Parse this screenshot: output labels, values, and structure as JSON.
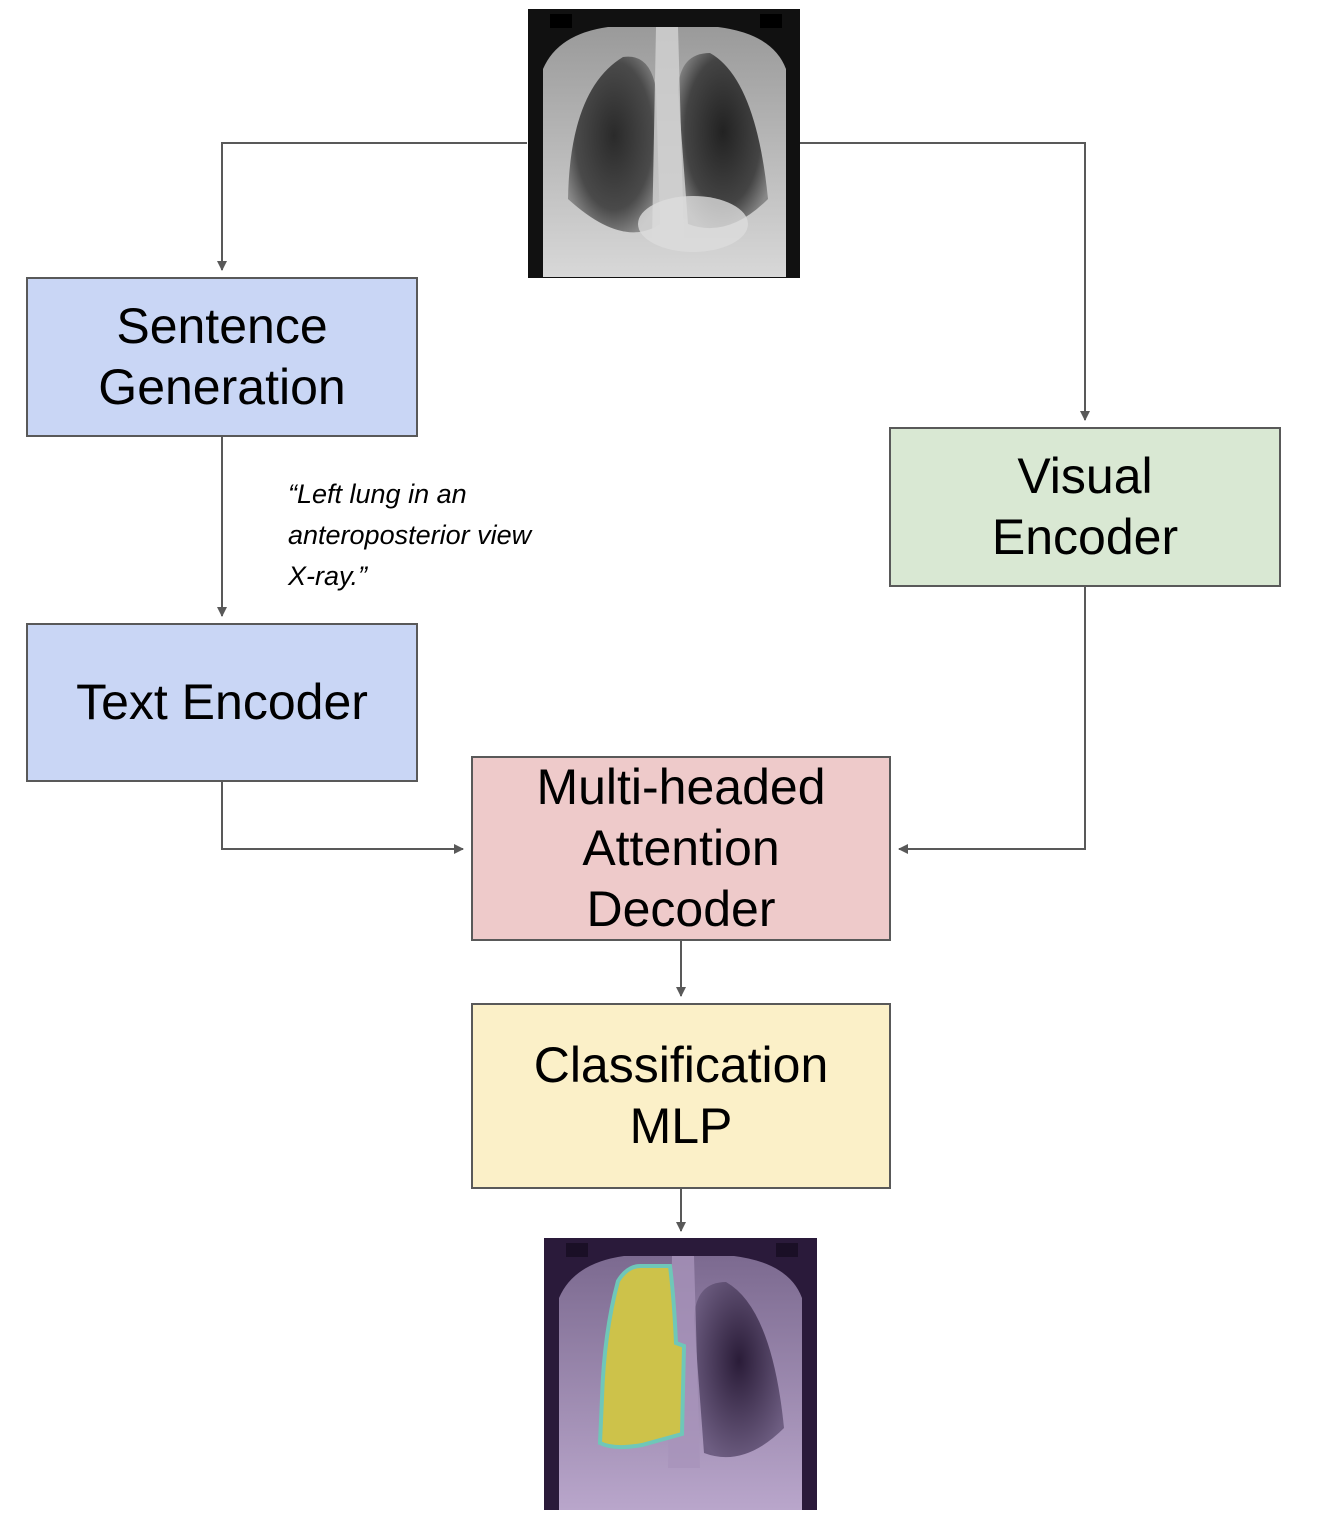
{
  "nodes": {
    "sentence_generation": {
      "label": "Sentence\nGeneration",
      "color": "#c9d6f5"
    },
    "text_encoder": {
      "label": "Text Encoder",
      "color": "#c9d6f5"
    },
    "visual_encoder": {
      "label": "Visual\nEncoder",
      "color": "#d9e8d3"
    },
    "attention_decoder": {
      "label": "Multi-headed\nAttention\nDecoder",
      "color": "#eecaca"
    },
    "classification_mlp": {
      "label": "Classification\nMLP",
      "color": "#fbf0c8"
    }
  },
  "example_sentence": "“Left lung in an\nanteroposterior view\nX-ray.”",
  "images": {
    "input_xray": {
      "icon": "chest-xray-image"
    },
    "output_xray": {
      "icon": "segmented-chest-xray-image",
      "highlight_color": "#cdc24a",
      "tint_color": "#9b83b0"
    }
  },
  "edges": [
    {
      "from": "input_xray",
      "to": "sentence_generation"
    },
    {
      "from": "input_xray",
      "to": "visual_encoder"
    },
    {
      "from": "sentence_generation",
      "to": "text_encoder"
    },
    {
      "from": "text_encoder",
      "to": "attention_decoder"
    },
    {
      "from": "visual_encoder",
      "to": "attention_decoder"
    },
    {
      "from": "attention_decoder",
      "to": "classification_mlp"
    },
    {
      "from": "classification_mlp",
      "to": "output_xray"
    }
  ],
  "colors": {
    "line": "#595959",
    "border": "#595959"
  }
}
